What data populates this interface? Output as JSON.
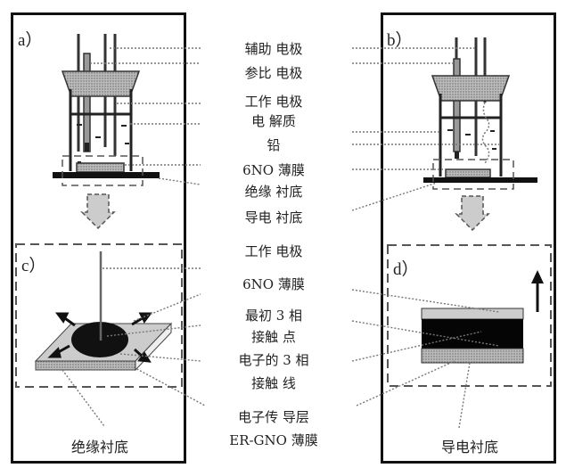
{
  "panels": {
    "a": {
      "label": "a）"
    },
    "b": {
      "label": "b）"
    },
    "c": {
      "label": "c）"
    },
    "d": {
      "label": "d）"
    }
  },
  "callouts": [
    "辅助 电极",
    "参比 电极",
    "工作 电极",
    "电 解质",
    "铅",
    "6NO  薄膜",
    "绝缘 衬底",
    "导电 衬底",
    "工作 电极",
    "6NO  薄膜",
    "最初 3 相",
    "接触 点",
    "电子的 3 相",
    "接触 线",
    "电子传 导层",
    "ER-GNO 薄膜"
  ],
  "bottom_captions": {
    "left": "绝缘衬底",
    "right": "导电衬底"
  }
}
